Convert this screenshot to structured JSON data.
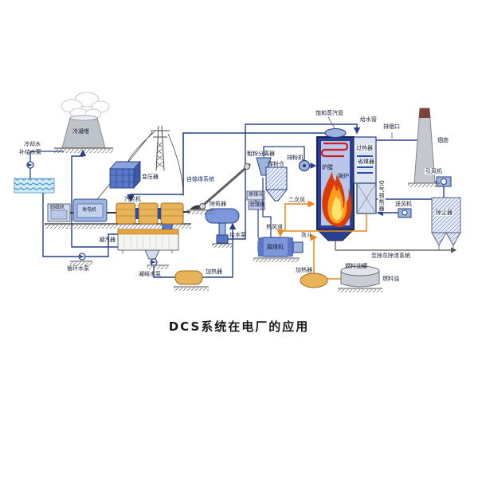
{
  "title": "DCS系统在电厂的应用",
  "labels": {
    "cooling_tower": "冷凝塔",
    "cooling_water_1": "冷却水",
    "cooling_water_2": "补给水泵",
    "transformer": "变压器",
    "exciter": "励磁机",
    "generator": "发电机",
    "turbine": "汽轮机",
    "condenser": "凝汽器",
    "circulating_pump": "循环水泵",
    "condensate_pump": "凝结水泵",
    "lp_heater": "加热器",
    "deaerator": "除氧器",
    "feed_pump": "给水泵",
    "coal_conveying": "自输煤系统",
    "separator": "粗粉分离器",
    "coal_bunker": "煤粉仓",
    "raw_coal_hopper": "原煤斗",
    "coal_feeder": "给煤机",
    "secondary_air": "二次风",
    "hot_air_duct": "热风道",
    "coal_mill": "磨煤机",
    "exhaust_fan": "排粉机",
    "sat_steam_pipe": "饱和蒸汽管",
    "feed_water_pipe": "给水管",
    "superheater": "过热器",
    "furnace": "炉膛",
    "boiler": "锅炉",
    "economizer": "省煤器",
    "air_preheater": "空气预热器",
    "smoke_outlet": "排烟口",
    "chimney": "烟囱",
    "id_fan": "引风机",
    "fd_fan": "送风机",
    "dust_collector": "除尘器",
    "ash_hopper": "灰斗",
    "to_ash_system": "至除灰除渣系统",
    "fuel_oil_tank": "燃料油罐",
    "fuel_oil": "燃料油",
    "oil_heater": "加热器"
  },
  "colors": {
    "pipe_blue": "#27408b",
    "hot_air_orange": "#e8881a",
    "equipment_tan": "#e9b359",
    "flame_red": "#d83c0c",
    "flame_yellow": "#ffe36b",
    "furnace_blue": "#2b3f8f",
    "steel_gray": "#c4c9cf"
  }
}
